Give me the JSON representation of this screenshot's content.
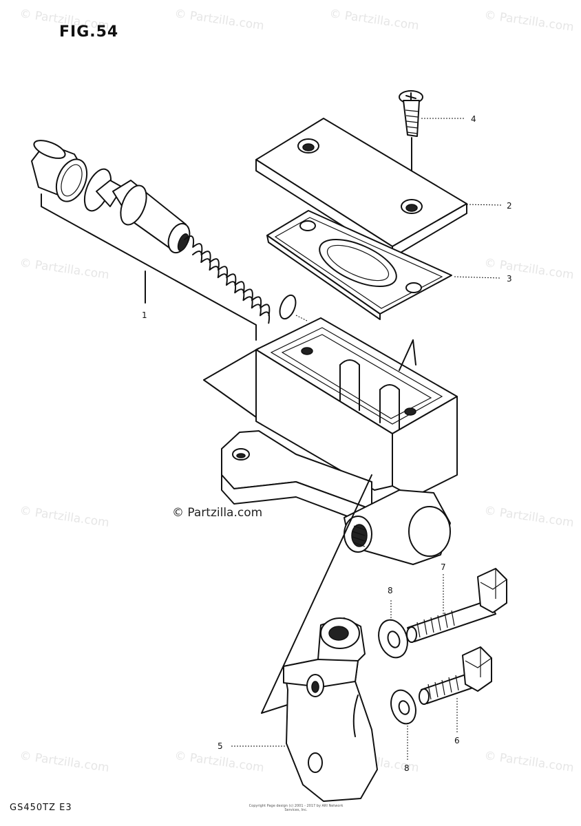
{
  "figure": {
    "title": "FIG.54",
    "model": "GS450TZ E3",
    "credit": "© Partzilla.com",
    "watermark": "© Partzilla.com",
    "copyright_small": "Copyright\nPage design (c) 2001 - 2017 by ARI Network Services, Inc."
  },
  "callouts": [
    {
      "id": "1",
      "label": "1"
    },
    {
      "id": "2",
      "label": "2"
    },
    {
      "id": "3",
      "label": "3"
    },
    {
      "id": "4",
      "label": "4"
    },
    {
      "id": "5",
      "label": "5"
    },
    {
      "id": "6",
      "label": "6"
    },
    {
      "id": "7",
      "label": "7"
    },
    {
      "id": "8a",
      "label": "8"
    },
    {
      "id": "8b",
      "label": "8"
    }
  ]
}
